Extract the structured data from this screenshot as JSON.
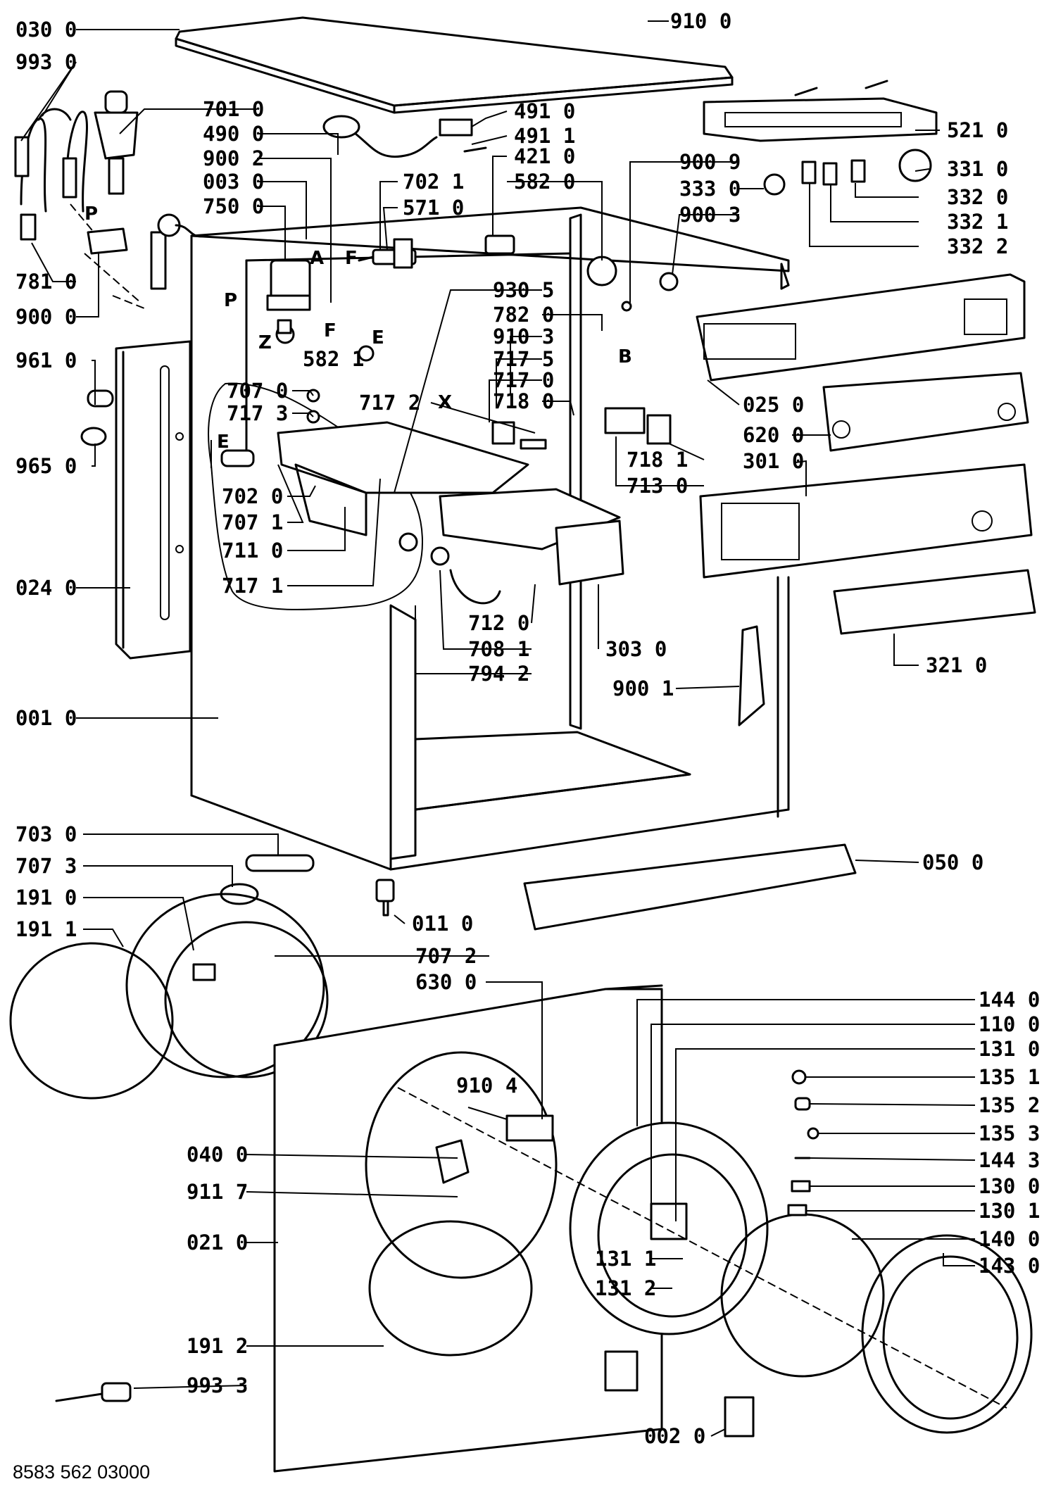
{
  "document_number": "8583 562 03000",
  "part_labels": [
    "030 0",
    "993 0",
    "910 0",
    "701 0",
    "490 0",
    "491 0",
    "491 1",
    "900 2",
    "421 0",
    "003 0",
    "702 1",
    "571 0",
    "582 0",
    "750 0",
    "521 0",
    "331 0",
    "900 9",
    "333 0",
    "332 0",
    "332 1",
    "332 2",
    "900 3",
    "781 0",
    "900 0",
    "930 5",
    "782 0",
    "582 1",
    "910 3",
    "961 0",
    "717 5",
    "717 0",
    "707 0",
    "717 2",
    "718 0",
    "717 3",
    "025 0",
    "620 0",
    "965 0",
    "718 1",
    "713 0",
    "301 0",
    "702 0",
    "707 1",
    "711 0",
    "717 1",
    "024 0",
    "712 0",
    "303 0",
    "708 1",
    "321 0",
    "794 2",
    "900 1",
    "001 0",
    "703 0",
    "050 0",
    "707 3",
    "191 0",
    "011 0",
    "191 1",
    "707 2",
    "630 0",
    "144 0",
    "110 0",
    "131 0",
    "135 1",
    "910 4",
    "135 2",
    "040 0",
    "135 3",
    "144 3",
    "911 7",
    "130 0",
    "130 1",
    "021 0",
    "140 0",
    "131 1",
    "143 0",
    "131 2",
    "191 2",
    "993 3",
    "002 0"
  ],
  "callout_letters": [
    "A",
    "F",
    "P",
    "P",
    "F",
    "E",
    "Z",
    "B",
    "X",
    "E"
  ]
}
